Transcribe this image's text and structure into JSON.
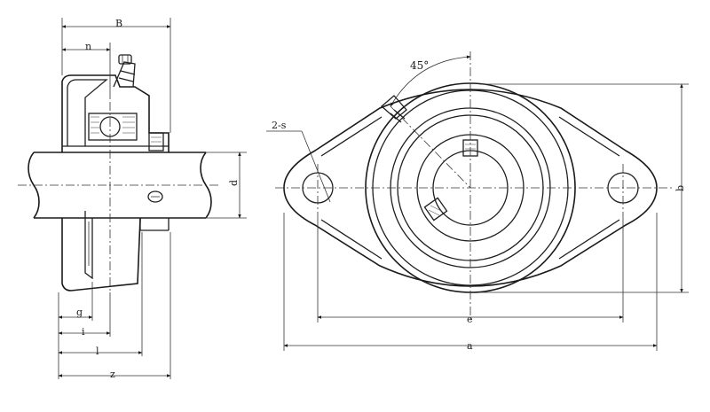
{
  "drawing": {
    "side_view_labels": {
      "B": "B",
      "n": "n",
      "d": "d",
      "g": "g",
      "i": "i",
      "l": "l",
      "z": "z"
    },
    "front_view_labels": {
      "angle": "45°",
      "holes": "2-s",
      "e": "e",
      "a": "a",
      "b": "b"
    }
  }
}
